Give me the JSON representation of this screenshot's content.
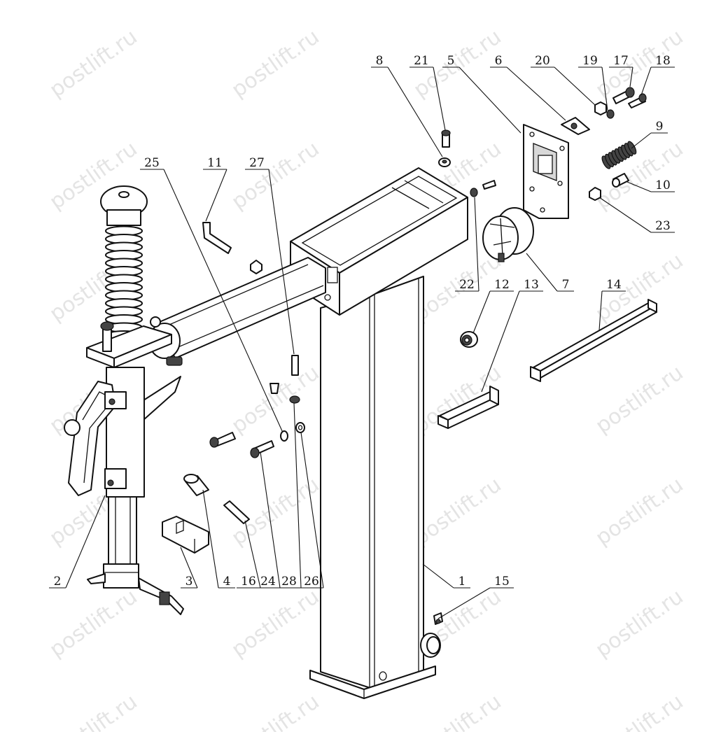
{
  "watermark": "postlift.ru",
  "callouts": [
    {
      "id": "1",
      "label": "1"
    },
    {
      "id": "2",
      "label": "2"
    },
    {
      "id": "3",
      "label": "3"
    },
    {
      "id": "4",
      "label": "4"
    },
    {
      "id": "5",
      "label": "5"
    },
    {
      "id": "6",
      "label": "6"
    },
    {
      "id": "7",
      "label": "7"
    },
    {
      "id": "8",
      "label": "8"
    },
    {
      "id": "9",
      "label": "9"
    },
    {
      "id": "10",
      "label": "10"
    },
    {
      "id": "11",
      "label": "11"
    },
    {
      "id": "12",
      "label": "12"
    },
    {
      "id": "13",
      "label": "13"
    },
    {
      "id": "14",
      "label": "14"
    },
    {
      "id": "15",
      "label": "15"
    },
    {
      "id": "16",
      "label": "16"
    },
    {
      "id": "17",
      "label": "17"
    },
    {
      "id": "18",
      "label": "18"
    },
    {
      "id": "19",
      "label": "19"
    },
    {
      "id": "20",
      "label": "20"
    },
    {
      "id": "21",
      "label": "21"
    },
    {
      "id": "22",
      "label": "22"
    },
    {
      "id": "23",
      "label": "23"
    },
    {
      "id": "24",
      "label": "24"
    },
    {
      "id": "25",
      "label": "25"
    },
    {
      "id": "26",
      "label": "26"
    },
    {
      "id": "27",
      "label": "27"
    },
    {
      "id": "28",
      "label": "28"
    }
  ]
}
